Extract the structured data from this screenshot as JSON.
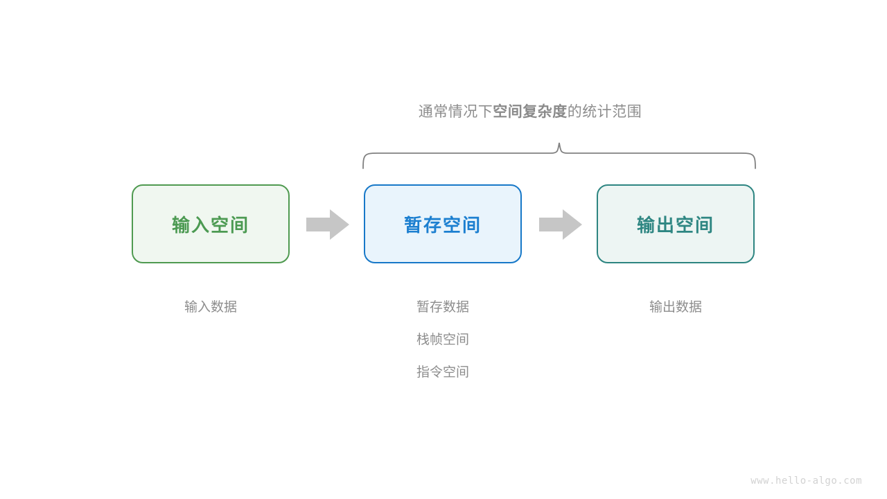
{
  "diagram": {
    "caption": {
      "prefix": "通常情况下",
      "emphasis": "空间复杂度",
      "suffix": "的统计范围"
    },
    "boxes": [
      {
        "label": "输入空间",
        "border_color": "#4f9a50",
        "fill_color": "#f0f7f0",
        "text_color": "#4c9a52"
      },
      {
        "label": "暂存空间",
        "border_color": "#1778c8",
        "fill_color": "#e9f4fc",
        "text_color": "#1c7fd0"
      },
      {
        "label": "输出空间",
        "border_color": "#2d8581",
        "fill_color": "#edf5f3",
        "text_color": "#2e8682"
      }
    ],
    "arrows": [
      {
        "name": "arrow-input-to-buffer",
        "color": "#c6c6c6"
      },
      {
        "name": "arrow-buffer-to-output",
        "color": "#c6c6c6"
      }
    ],
    "columns": [
      {
        "items": [
          "输入数据"
        ]
      },
      {
        "items": [
          "暂存数据",
          "栈帧空间",
          "指令空间"
        ]
      },
      {
        "items": [
          "输出数据"
        ]
      }
    ],
    "brace": {
      "color": "#808080",
      "covers": [
        "暂存空间",
        "输出空间"
      ]
    },
    "watermark": "www.hello-algo.com",
    "background_color": "#ffffff"
  }
}
